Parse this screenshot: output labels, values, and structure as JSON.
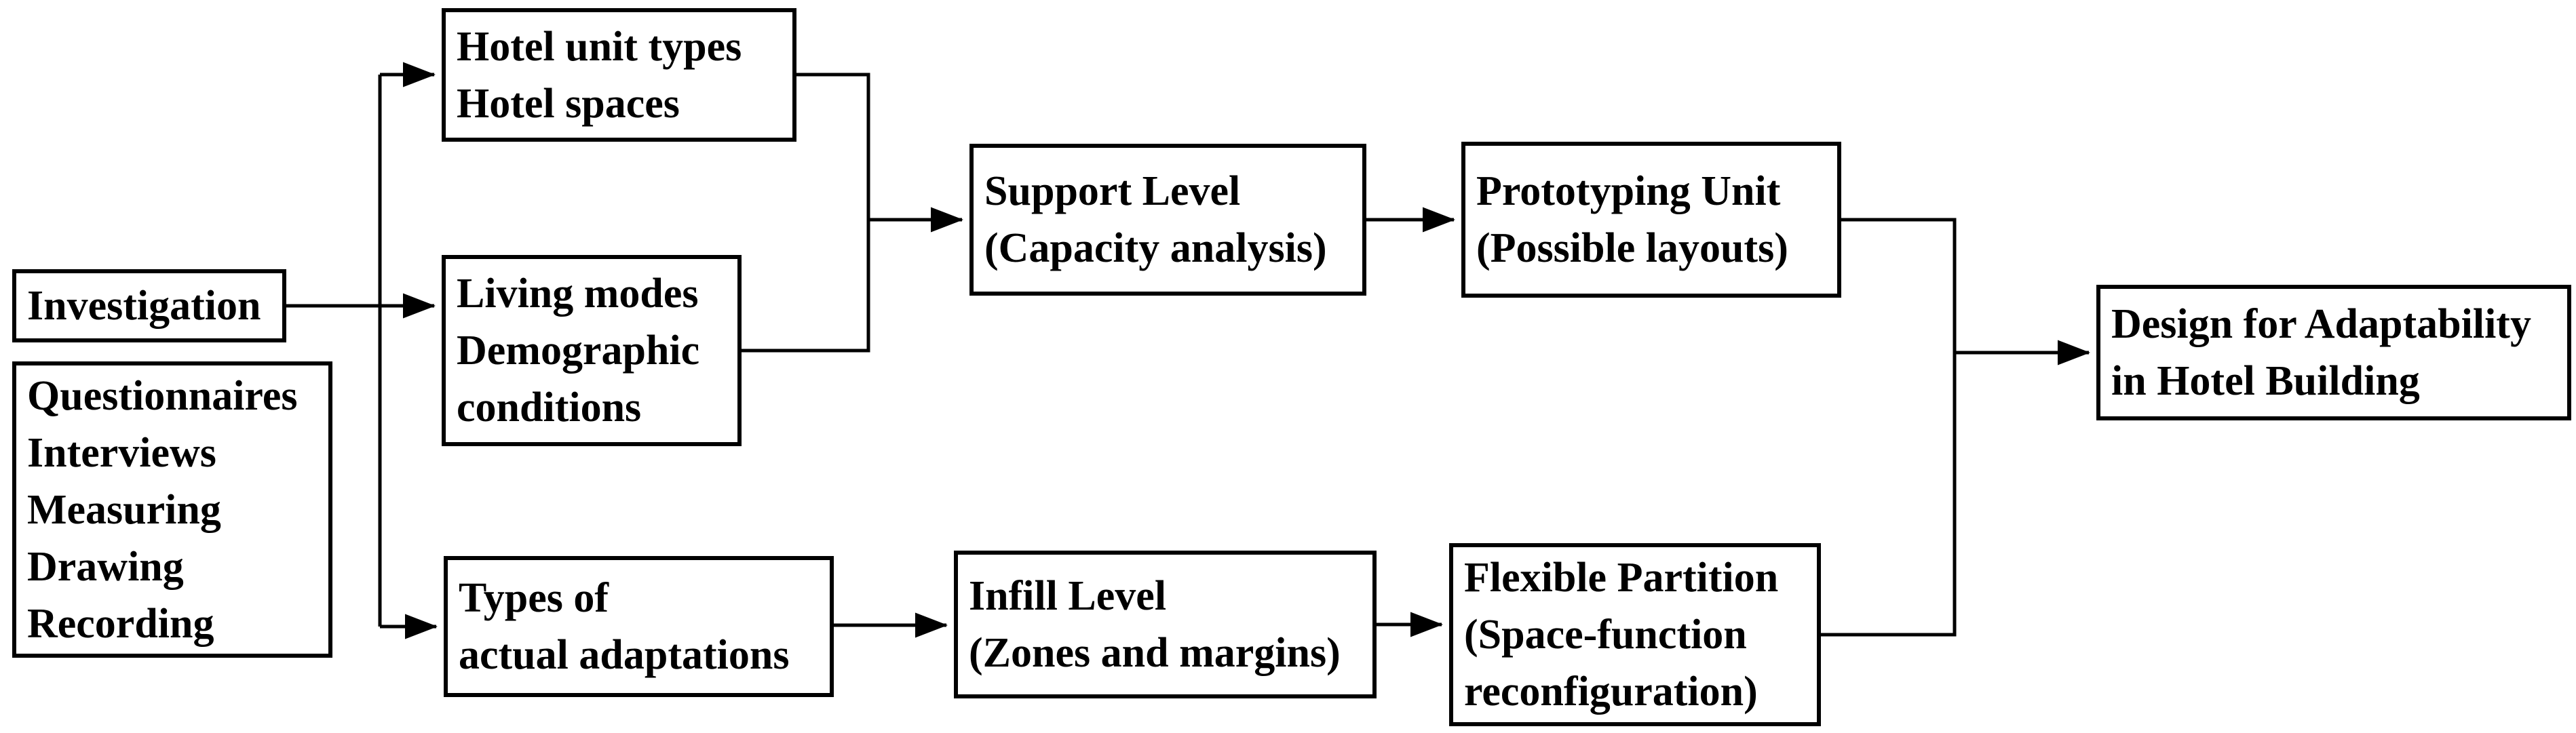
{
  "diagram": {
    "title": "Design for adaptability research flow diagram",
    "colors": {
      "background": "#ffffff",
      "line": "#000000",
      "text": "#000000"
    },
    "nodes": {
      "investigation": {
        "lines": [
          "Investigation"
        ]
      },
      "methods": {
        "lines": [
          "Questionnaires",
          "Interviews",
          "Measuring",
          "Drawing",
          "Recording"
        ]
      },
      "hotel_unit": {
        "lines": [
          "Hotel unit types",
          "Hotel spaces"
        ]
      },
      "living_modes": {
        "lines": [
          "Living modes",
          "Demographic",
          "conditions"
        ]
      },
      "adaptation_types": {
        "lines": [
          "Types of",
          "actual adaptations"
        ]
      },
      "support_level": {
        "lines": [
          "Support Level",
          "(Capacity analysis)"
        ]
      },
      "prototyping_unit": {
        "lines": [
          "Prototyping Unit",
          "(Possible layouts)"
        ]
      },
      "infill_level": {
        "lines": [
          "Infill Level",
          "(Zones and margins)"
        ]
      },
      "flexible_partition": {
        "lines": [
          "Flexible Partition",
          "(Space-function",
          "reconfiguration)"
        ]
      },
      "design_adaptability": {
        "lines": [
          "Design for Adaptability",
          "in Hotel Building"
        ]
      }
    },
    "edges": [
      {
        "from": "investigation",
        "to": "hotel_unit"
      },
      {
        "from": "investigation",
        "to": "living_modes"
      },
      {
        "from": "investigation",
        "to": "adaptation_types"
      },
      {
        "from": "hotel_unit",
        "to": "support_level"
      },
      {
        "from": "living_modes",
        "to": "support_level"
      },
      {
        "from": "support_level",
        "to": "prototyping_unit"
      },
      {
        "from": "adaptation_types",
        "to": "infill_level"
      },
      {
        "from": "infill_level",
        "to": "flexible_partition"
      },
      {
        "from": "prototyping_unit",
        "to": "design_adaptability"
      },
      {
        "from": "flexible_partition",
        "to": "design_adaptability"
      }
    ]
  }
}
